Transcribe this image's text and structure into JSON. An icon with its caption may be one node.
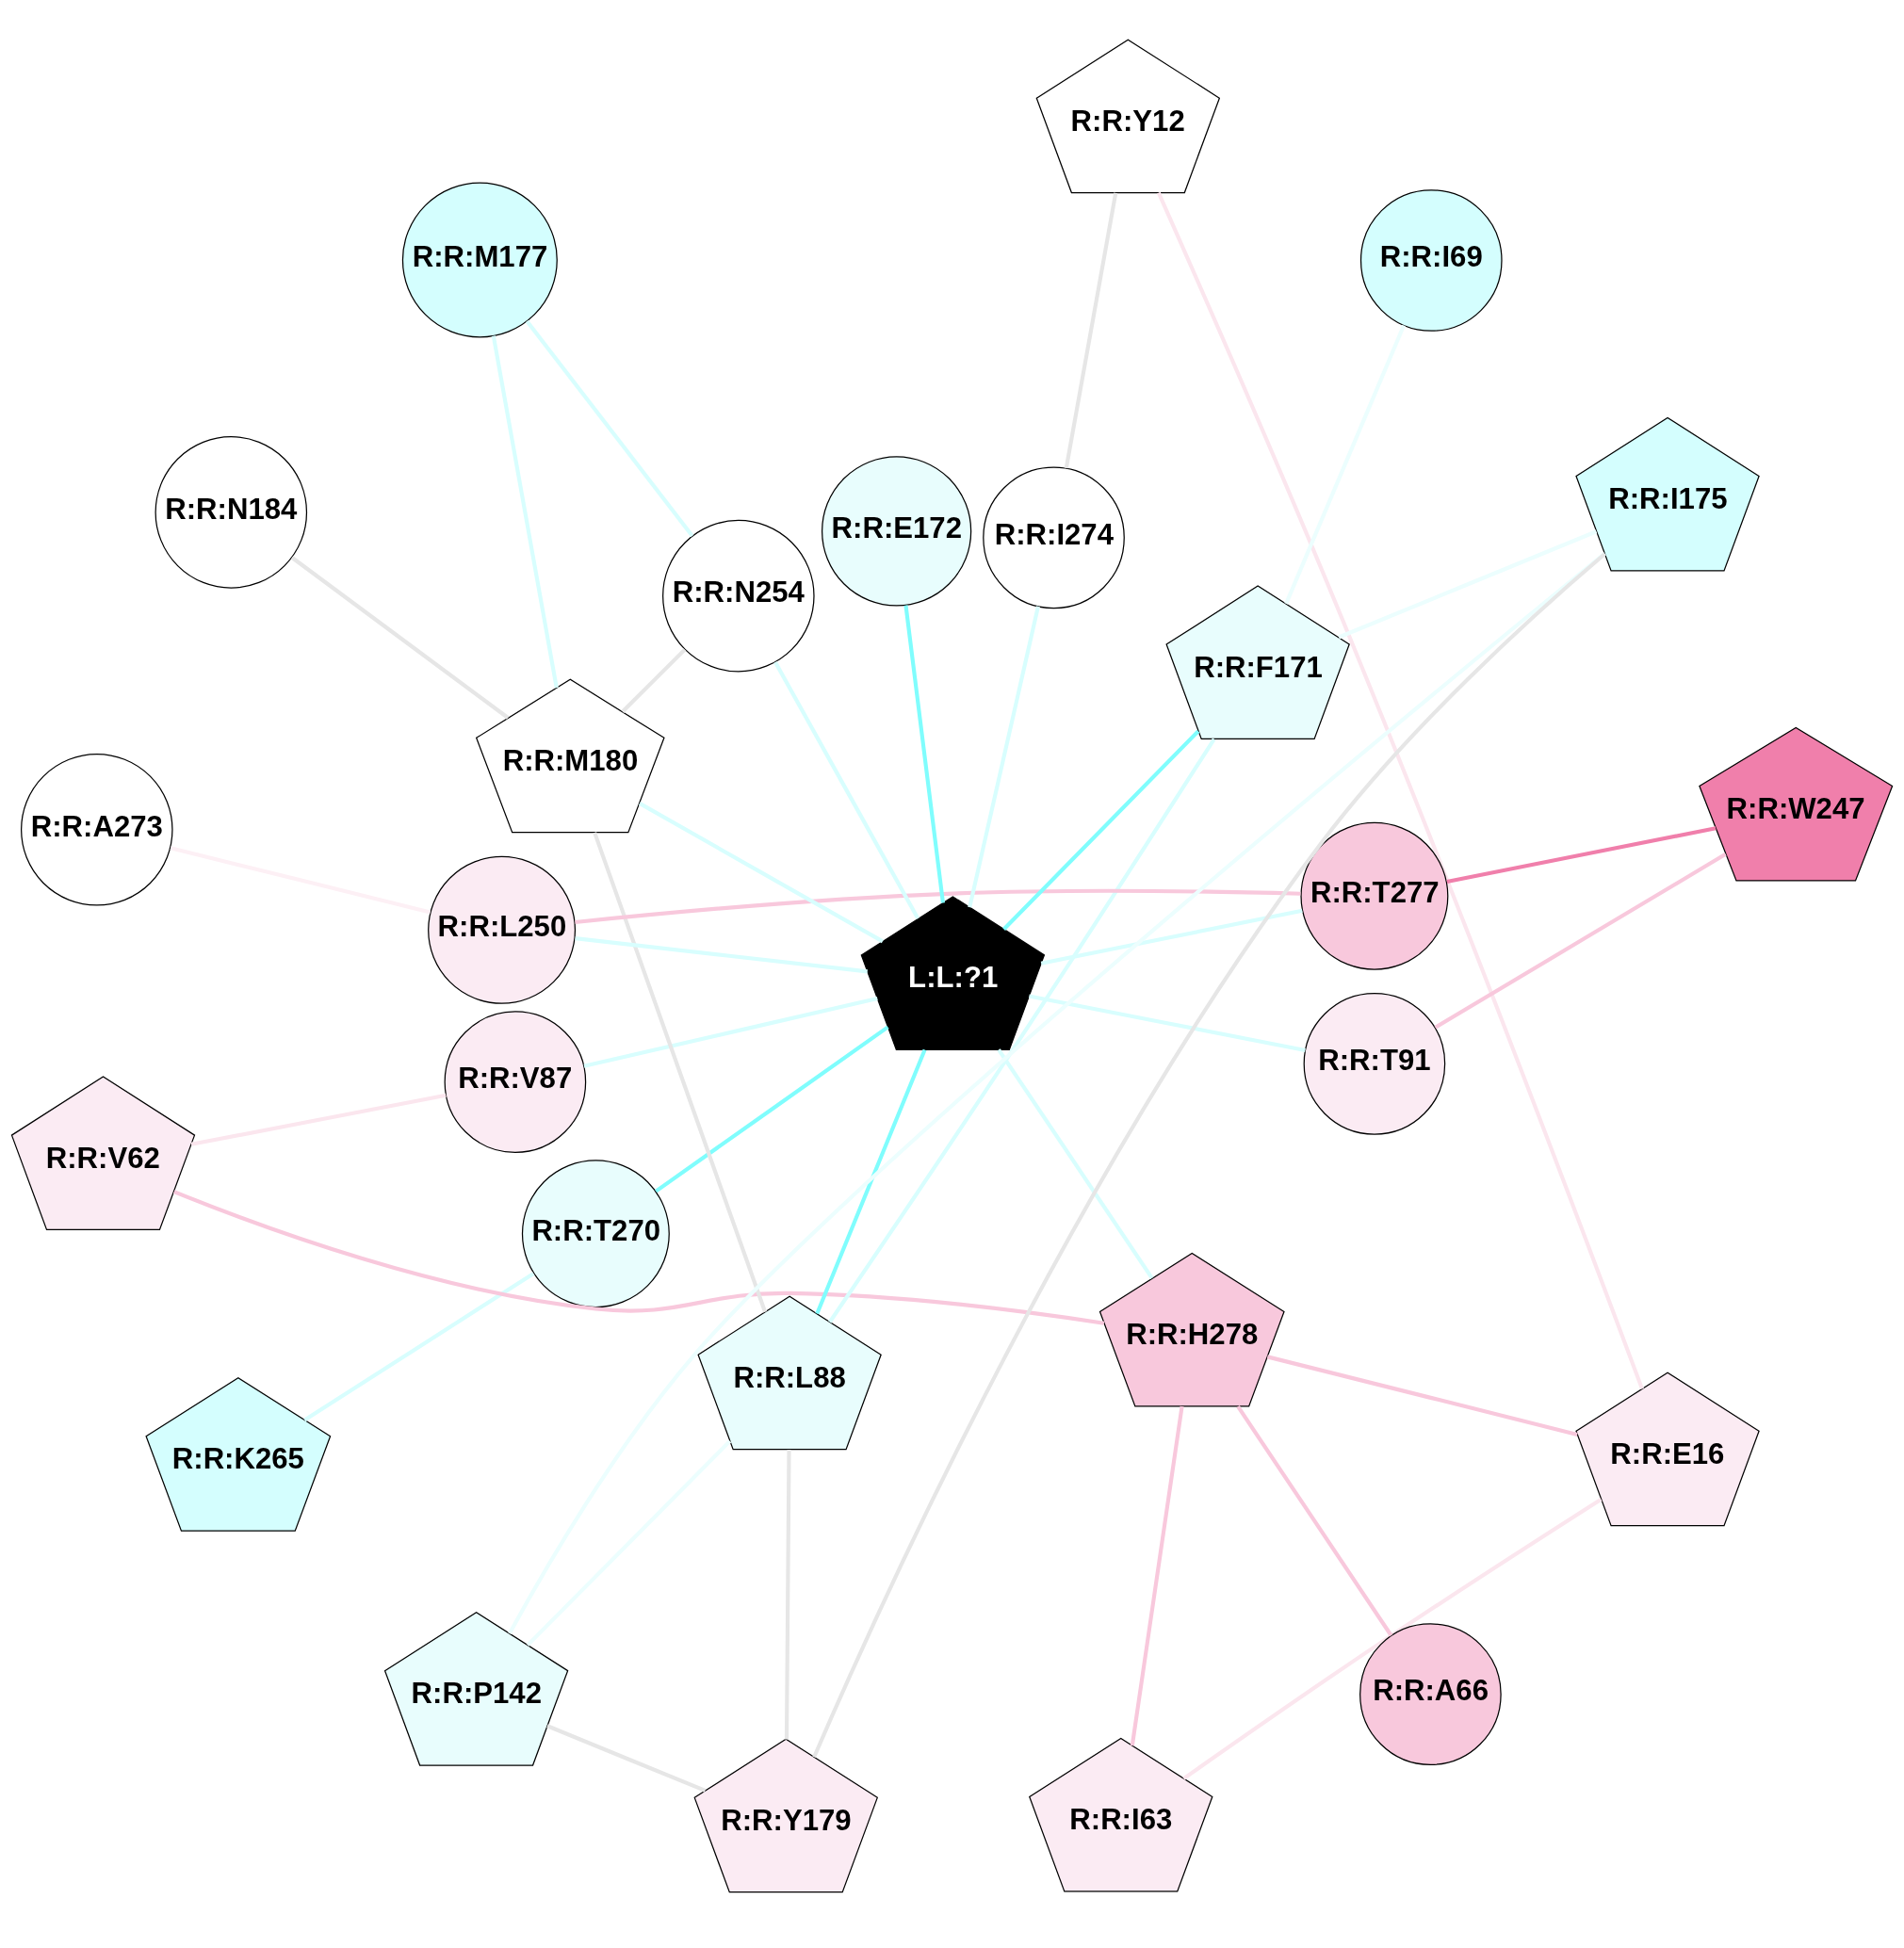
{
  "diagram": {
    "nodes": [
      {
        "text": [
          "R:R:Y12"
        ]
      },
      {
        "text": [
          "R:R:K265"
        ]
      },
      {
        "text": [
          "R:R:E16"
        ]
      },
      {
        "text": [
          "R:R:A273"
        ]
      },
      {
        "text": [
          "R:R:V87"
        ]
      },
      {
        "text": [
          "R:R:V62"
        ]
      },
      {
        "text": [
          "R:R:T270"
        ]
      },
      {
        "text": [
          "R:R:L88"
        ]
      },
      {
        "text": [
          "R:R:H278"
        ]
      },
      {
        "text": [
          "R:R:N184"
        ]
      },
      {
        "text": [
          "R:R:T91"
        ]
      },
      {
        "text": [
          "R:R:I63"
        ]
      },
      {
        "text": [
          "R:R:T277"
        ]
      },
      {
        "text": [
          "L:L:?1"
        ]
      },
      {
        "text": [
          "R:R:F171"
        ]
      },
      {
        "text": [
          "R:R:M177"
        ]
      },
      {
        "text": [
          "R:R:I274"
        ]
      },
      {
        "text": [
          "R:R:E172"
        ]
      },
      {
        "text": [
          "R:R:A66"
        ]
      },
      {
        "text": [
          "R:R:N254"
        ]
      },
      {
        "text": [
          "R:R:M180"
        ]
      },
      {
        "text": [
          "R:R:L250"
        ]
      },
      {
        "text": [
          "R:R:I175"
        ]
      },
      {
        "text": [
          "R:R:I69"
        ]
      },
      {
        "text": [
          "R:R:W247"
        ]
      },
      {
        "text": [
          "R:R:P142"
        ]
      },
      {
        "text": [
          "R:R:Y179"
        ]
      }
    ],
    "edges": [
      {
        "from": 0,
        "to": 2,
        "arrow": "none",
        "color": "#fbe6ee"
      },
      {
        "from": 0,
        "to": 16,
        "arrow": "none",
        "color": "#e6e6e6"
      },
      {
        "from": 1,
        "to": 6,
        "arrow": "none"
      },
      {
        "from": 2,
        "to": 8,
        "arrow": "none",
        "color": "#f8c8dc"
      },
      {
        "from": 2,
        "to": 11,
        "arrow": "none",
        "color": "#fbe6ee"
      },
      {
        "from": 3,
        "to": 21,
        "arrow": "none",
        "color": "#fdf0f5"
      },
      {
        "from": 5,
        "to": 4,
        "arrow": "none",
        "color": "#fbe6ee"
      },
      {
        "from": 5,
        "to": 8,
        "arrow": "none",
        "color": "#f8c8dc"
      },
      {
        "from": 4,
        "to": 13,
        "arrow": "none"
      },
      {
        "from": 6,
        "to": 13,
        "arrow": "none",
        "color": "#80fdfd"
      },
      {
        "from": 7,
        "to": 13,
        "arrow": "none",
        "color": "#80fdfd"
      },
      {
        "from": 7,
        "to": 20,
        "arrow": "none",
        "color": "#e6e6e6"
      },
      {
        "from": 7,
        "to": 26,
        "arrow": "none",
        "color": "#e6e6e6"
      },
      {
        "from": 7,
        "to": 14,
        "arrow": "none"
      },
      {
        "from": 7,
        "to": 25,
        "arrow": "none",
        "color": "#ecfefe"
      },
      {
        "from": 8,
        "to": 13,
        "arrow": "none"
      },
      {
        "from": 8,
        "to": 11,
        "arrow": "none",
        "color": "#f8c8dc"
      },
      {
        "from": 8,
        "to": 18,
        "arrow": "none",
        "color": "#f8c8dc"
      },
      {
        "from": 10,
        "to": 13,
        "arrow": "none"
      },
      {
        "from": 10,
        "to": 24,
        "arrow": "none",
        "color": "#f8c8dc"
      },
      {
        "from": 9,
        "to": 20,
        "arrow": "none",
        "color": "#e6e6e6"
      },
      {
        "from": 13,
        "to": 12,
        "arrow": "none"
      },
      {
        "from": 13,
        "to": 14,
        "arrow": "none",
        "color": "#80fdfd"
      },
      {
        "from": 13,
        "to": 17,
        "arrow": "none",
        "color": "#80fdfd"
      },
      {
        "from": 13,
        "to": 16,
        "arrow": "none"
      },
      {
        "from": 13,
        "to": 19,
        "arrow": "none"
      },
      {
        "from": 13,
        "to": 21,
        "arrow": "none"
      },
      {
        "from": 13,
        "to": 20,
        "arrow": "none"
      },
      {
        "from": 12,
        "to": 24,
        "arrow": "none",
        "color": "#f07fab"
      },
      {
        "from": 12,
        "to": 21,
        "arrow": "none",
        "color": "#f8c8dc"
      },
      {
        "from": 14,
        "to": 22,
        "arrow": "none",
        "color": "#ecfefe"
      },
      {
        "from": 14,
        "to": 23,
        "arrow": "none",
        "color": "#ecfefe"
      },
      {
        "from": 15,
        "to": 19,
        "arrow": "none"
      },
      {
        "from": 15,
        "to": 20,
        "arrow": "none"
      },
      {
        "from": 19,
        "to": 20,
        "arrow": "none",
        "color": "#e6e6e6"
      },
      {
        "from": 22,
        "to": 25,
        "arrow": "none",
        "color": "#ecfefe"
      },
      {
        "from": 22,
        "to": 26,
        "arrow": "none",
        "color": "#e6e6e6"
      },
      {
        "from": 25,
        "to": 26,
        "arrow": "none",
        "color": "#e6e6e6"
      }
    ]
  }
}
